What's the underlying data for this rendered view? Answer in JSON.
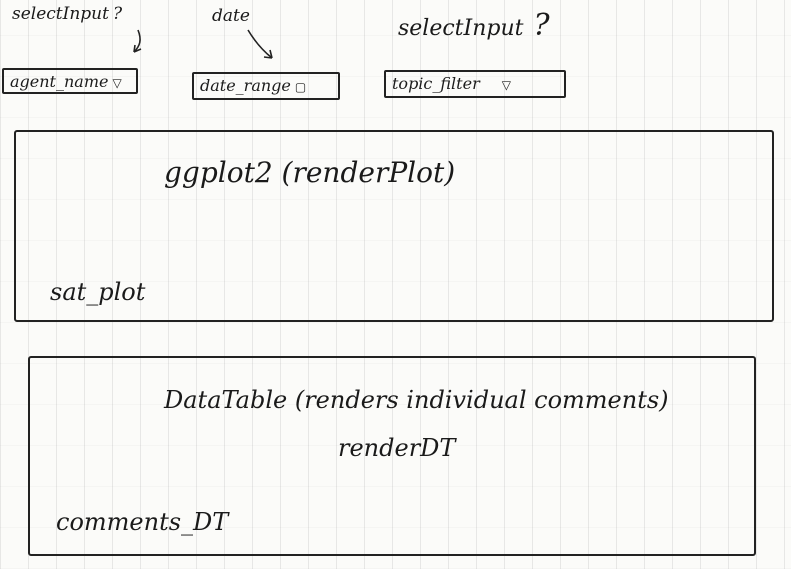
{
  "annotations": {
    "agent_note": "selectInput",
    "agent_note_mark": "?",
    "date_note": "date",
    "topic_note": "selectInput",
    "topic_note_mark": "?"
  },
  "widgets": {
    "agent": {
      "label": "agent_name",
      "icon": "dropdown-triangle-icon",
      "glyph": "▽"
    },
    "date": {
      "label": "date_range",
      "icon": "calendar-icon",
      "glyph": "▢"
    },
    "topic": {
      "label": "topic_filter",
      "icon": "dropdown-triangle-icon",
      "glyph": "▽"
    }
  },
  "plot_panel": {
    "content": "ggplot2 (renderPlot)",
    "id_label": "sat_plot"
  },
  "table_panel": {
    "content_line1": "DataTable (renders individual comments)",
    "content_line2": "renderDT",
    "id_label": "comments_DT"
  }
}
